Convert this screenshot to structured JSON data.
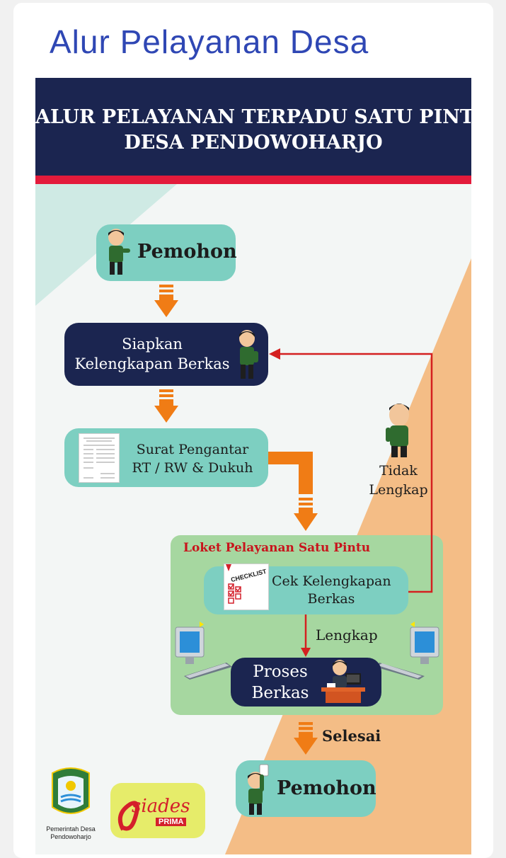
{
  "page": {
    "title": "Alur Pelayanan Desa"
  },
  "banner": {
    "line1": "ALUR PELAYANAN TERPADU SATU PINTU",
    "line2": "DESA PENDOWOHARJO"
  },
  "steps": {
    "pemohon_start": "Pemohon",
    "siapkan_line1": "Siapkan",
    "siapkan_line2": "Kelengkapan Berkas",
    "surat_line1": "Surat Pengantar",
    "surat_line2": "RT / RW & Dukuh",
    "loket_title": "Loket Pelayanan Satu Pintu",
    "cek_line1": "Cek Kelengkapan",
    "cek_line2": "Berkas",
    "proses_line1": "Proses",
    "proses_line2": "Berkas",
    "pemohon_end": "Pemohon"
  },
  "edges": {
    "tidak_lengkap_line1": "Tidak",
    "tidak_lengkap_line2": "Lengkap",
    "lengkap": "Lengkap",
    "selesai": "Selesai"
  },
  "checklist_badge": "CHECKLIST",
  "logos": {
    "gov_line1": "Pemerintah Desa",
    "gov_line2": "Pendowoharjo",
    "siades_name": "siades",
    "siades_sub": "PRIMA"
  },
  "colors": {
    "title": "#2f47b4",
    "banner": "#1b2550",
    "accent_red": "#e31b3b",
    "teal": "#7dcfc1",
    "navy": "#1b2550",
    "arrow": "#f07c15",
    "peach": "#f4bd86",
    "loket_bg": "#a6d7a0",
    "return_line": "#d42020"
  }
}
